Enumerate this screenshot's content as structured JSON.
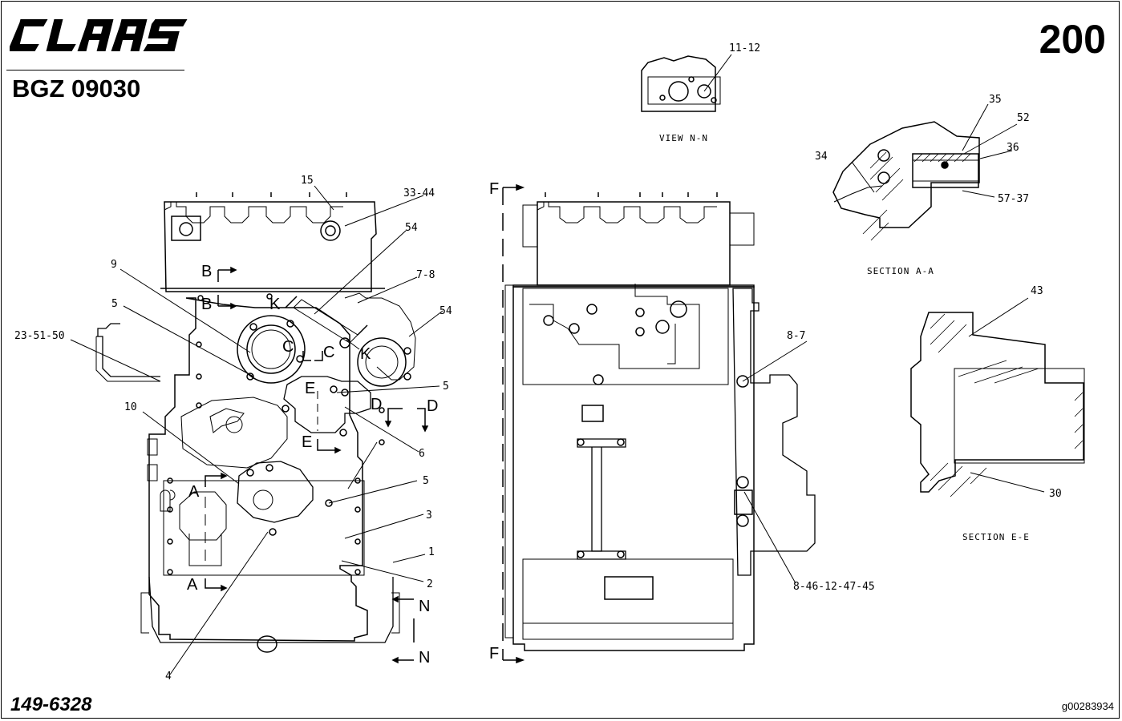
{
  "header": {
    "brand": "CLAAS",
    "code": "BGZ 09030",
    "page_number": "200"
  },
  "footer": {
    "document_number": "149-6328",
    "image_id": "g00283934"
  },
  "views": {
    "view_nn": "VIEW N-N",
    "section_aa": "SECTION A-A",
    "section_ee": "SECTION E-E"
  },
  "callouts": {
    "c11_12": "11-12",
    "c15": "15",
    "c33_44": "33-44",
    "c54_top": "54",
    "c54_right": "54",
    "c9": "9",
    "c7_8": "7-8",
    "c5_a": "5",
    "c23_51_50": "23-51-50",
    "c5_b": "5",
    "c10": "10",
    "c6": "6",
    "c5_c": "5",
    "c3": "3",
    "c1": "1",
    "c2": "2",
    "c4": "4",
    "c8_7": "8-7",
    "c8_46": "8-46-12-47-45",
    "c35": "35",
    "c52": "52",
    "c36": "36",
    "c34": "34",
    "c57_37": "57-37",
    "c43": "43",
    "c30": "30"
  },
  "section_letters": {
    "b1": "B",
    "b2": "B",
    "k1": "K",
    "k2": "K",
    "c1": "C",
    "c2": "C",
    "e1": "E",
    "e2": "E",
    "d1": "D",
    "d2": "D",
    "a1": "A",
    "a2": "A",
    "n1": "N",
    "n2": "N",
    "f1": "F",
    "f2": "F"
  }
}
